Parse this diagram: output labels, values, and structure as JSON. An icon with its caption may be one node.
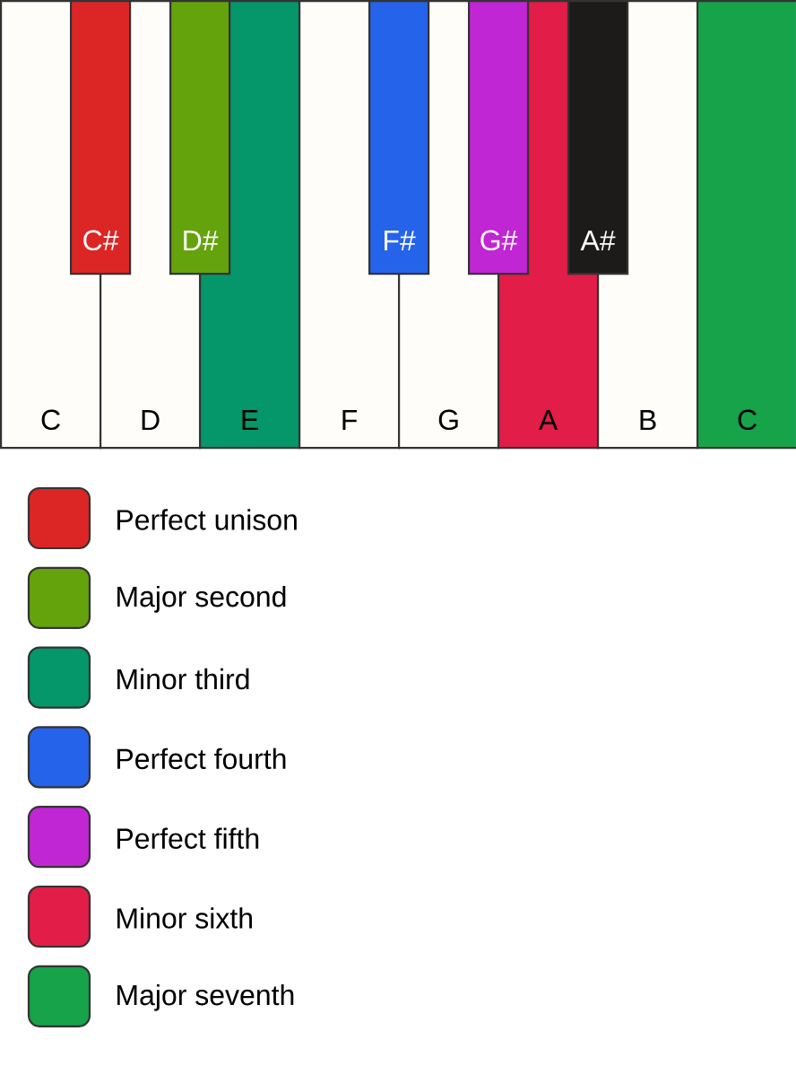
{
  "diagram": {
    "nodes": [
      {
        "text": [
          "C#"
        ]
      },
      {
        "text": [
          "D#"
        ]
      },
      {
        "text": [
          "F#"
        ]
      },
      {
        "text": [
          "G#"
        ]
      },
      {
        "text": [
          "A#"
        ]
      },
      {
        "text": [
          "C"
        ]
      },
      {
        "text": [
          "D"
        ]
      },
      {
        "text": [
          "E"
        ]
      },
      {
        "text": [
          "F"
        ]
      },
      {
        "text": [
          "G"
        ]
      },
      {
        "text": [
          "A"
        ]
      },
      {
        "text": [
          "B"
        ]
      },
      {
        "text": [
          "C"
        ]
      }
    ],
    "legend": [
      {
        "text": "Perfect unison",
        "color": "#dc2626"
      },
      {
        "text": "Major second",
        "color": "#65a30d"
      },
      {
        "text": "Minor third",
        "color": "#059669"
      },
      {
        "text": "Perfect fourth",
        "color": "#2563eb"
      },
      {
        "text": "Perfect fifth",
        "color": "#c026d3"
      },
      {
        "text": "Minor sixth",
        "color": "#e11d48"
      },
      {
        "text": "Major seventh",
        "color": "#16a34a"
      }
    ]
  }
}
